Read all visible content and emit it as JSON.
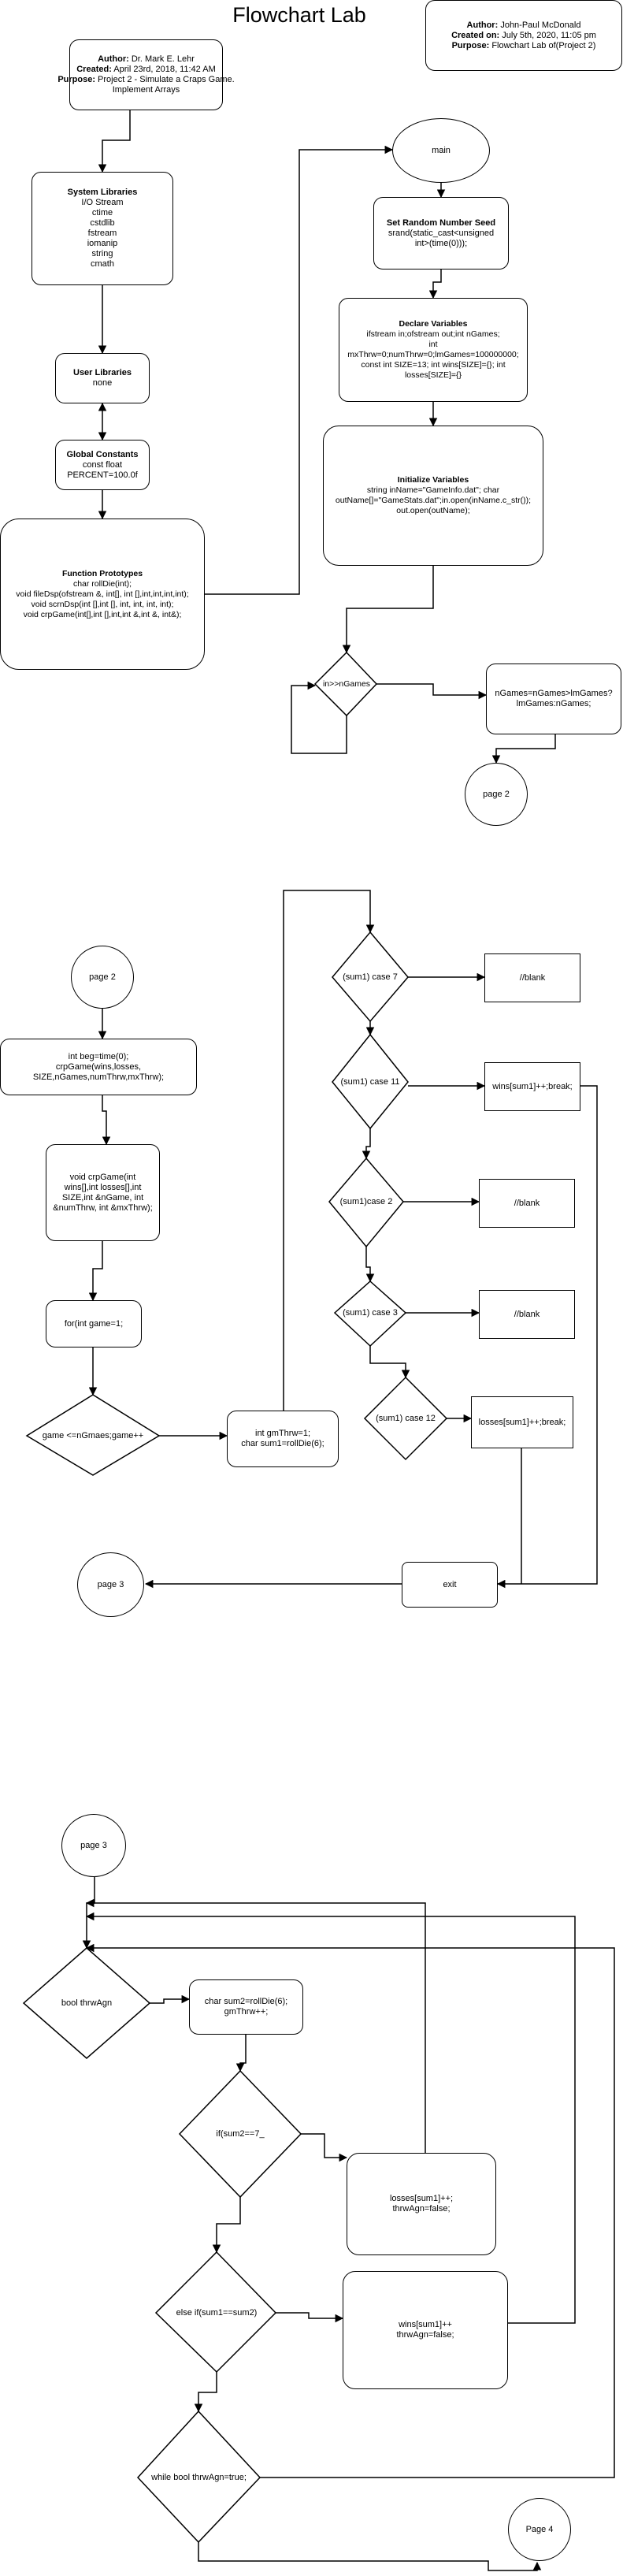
{
  "title": "Flowchart Lab",
  "header_left": {
    "author_label": "Author:",
    "author": " Dr. Mark E. Lehr",
    "created_label": "Created:",
    "created": " April 23rd, 2018, 11:42 AM",
    "purpose_label": "Purpose:",
    "purpose": " Project 2 - Simulate a Craps Game.",
    "purpose_cont": "Implement Arrays"
  },
  "header_right": {
    "author_label": "Author:",
    "author": " John-Paul McDonald",
    "created_label": "Created on:",
    "created": " July 5th, 2020, 11:05 pm",
    "purpose_label": "Purpose:",
    "purpose": " Flowchart Lab of(Project 2)"
  },
  "page1": {
    "system_libraries": {
      "title": "System Libraries",
      "items": [
        "I/O Stream",
        "ctime",
        "cstdlib",
        "fstream",
        "iomanip",
        "string",
        "cmath"
      ]
    },
    "user_libraries": {
      "title": "User Libraries",
      "text": "none"
    },
    "global_constants": {
      "title": "Global Constants",
      "line1": "const float",
      "line2": "PERCENT=100.0f"
    },
    "function_prototypes": {
      "title": "Function Prototypes",
      "lines": [
        "char rollDie(int);",
        "void fileDsp(ofstream &, int[], int [],int,int,int,int);",
        "void scrnDsp(int [],int [], int, int, int, int);",
        "void crpGame(int[],int [],int,int &,int &, int&);"
      ]
    },
    "main": "main",
    "seed": {
      "title": "Set Random Number Seed",
      "line1": "srand(static_cast<unsigned",
      "line2": "int>(time(0)));"
    },
    "declare": {
      "title": "Declare Variables",
      "lines": [
        "ifstream in;ofstream out;int nGames;",
        "int",
        "mxThrw=0;numThrw=0;lmGames=100000000;",
        "const int SIZE=13; int wins[SIZE]={}; int",
        "losses[SIZE]={}"
      ]
    },
    "initialize": {
      "title": "Initialize Variables",
      "lines": [
        "string inName=\"GameInfo.dat\"; char",
        "outName[]=\"GameStats.dat\";in.open(inName.c_str());",
        "out.open(outName);"
      ]
    },
    "decision": "in>>nGames",
    "assign": {
      "line1": "nGames=nGames>lmGames?",
      "line2": "lmGames:nGames;"
    },
    "connector": "page 2"
  },
  "page2": {
    "connector_in": "page 2",
    "begin": {
      "line1": "int beg=time(0);",
      "line2": "crpGame(wins,losses,",
      "line3": "SIZE,nGames,numThrw,mxThrw);"
    },
    "crpgame": {
      "lines": [
        "void crpGame(int",
        "wins[],int  losses[],int",
        "SIZE,int &nGame, int",
        "&numThrw, int &mxThrw);"
      ]
    },
    "for_loop": "for(int game=1;",
    "loop_cond": "game <=nGmaes;game++",
    "gmthrw": {
      "line1": "int gmThrw=1;",
      "line2": "char sum1=rollDie(6);"
    },
    "case7": "(sum1) case 7",
    "case11": "(sum1) case 11",
    "case2": "(sum1)case 2",
    "case3": "(sum1) case 3",
    "case12": "(sum1) case 12",
    "blank7": "//blank",
    "wins_break": "wins[sum1]++;break;",
    "blank2": "//blank",
    "blank3": "//blank",
    "losses_break": "losses[sum1]++;break;",
    "exit": "exit",
    "connector_out": "page 3"
  },
  "page3": {
    "connector_in": "page 3",
    "bool_thrw": "bool thrwAgn",
    "sum2": {
      "line1": "char sum2=rollDie(6);",
      "line2": "gmThrw++;"
    },
    "if_seven": "if(sum2==7_",
    "losses_false": {
      "line1": "losses[sum1]++;",
      "line2": "thrwAgn=false;"
    },
    "else_if": "else if(sum1==sum2)",
    "wins_false": {
      "line1": "wins[sum1]++",
      "line2": "thrwAgn=false;"
    },
    "while_cond": "while bool thrwAgn=true;",
    "connector_out": "Page 4"
  }
}
